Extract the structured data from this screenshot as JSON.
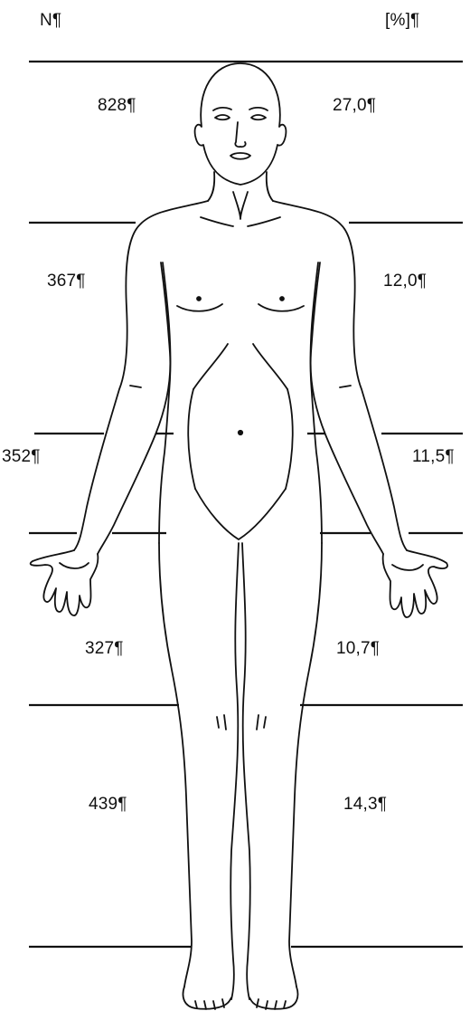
{
  "header": {
    "left": "N¶",
    "right": "[%]¶"
  },
  "regions": [
    {
      "count": "828¶",
      "percent": "27,0¶"
    },
    {
      "count": "367¶",
      "percent": "12,0¶"
    },
    {
      "count": "352¶",
      "percent": "11,5¶"
    },
    {
      "count": "327¶",
      "percent": "10,7¶"
    },
    {
      "count": "439¶",
      "percent": "14,3¶"
    }
  ]
}
